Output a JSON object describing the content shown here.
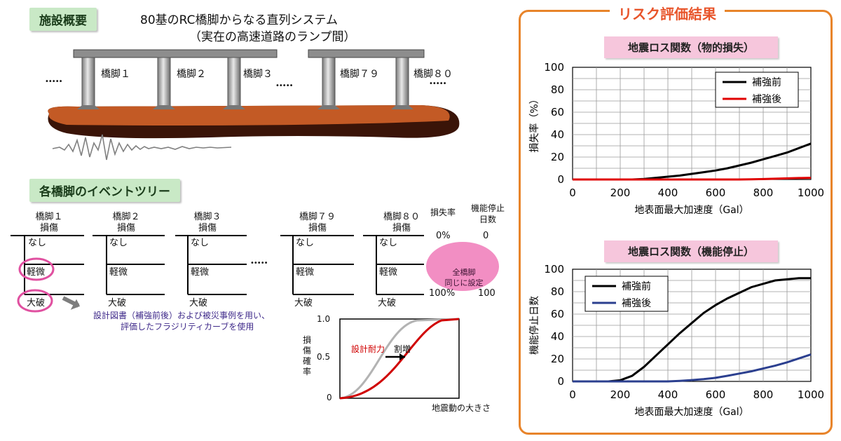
{
  "overview": {
    "label": "施設概要",
    "desc_line1": "80基のRC橋脚からなる直列システム",
    "desc_line2": "（実在の高速道路のランプ間）",
    "pier_labels": [
      "橋脚１",
      "橋脚２",
      "橋脚３",
      "橋脚７９",
      "橋脚８０"
    ],
    "dots": "•••••"
  },
  "event_tree": {
    "label": "各橋脚のイベントツリー",
    "columns": [
      {
        "line1": "橋脚１",
        "line2": "損傷"
      },
      {
        "line1": "橋脚２",
        "line2": "損傷"
      },
      {
        "line1": "橋脚３",
        "line2": "損傷"
      },
      {
        "line1": "橋脚７９",
        "line2": "損傷"
      },
      {
        "line1": "橋脚８０",
        "line2": "損傷"
      }
    ],
    "states": [
      "なし",
      "軽微",
      "大破"
    ],
    "loss_rate_header": "損失率",
    "downtime_header_line1": "機能停止",
    "downtime_header_line2": "日数",
    "loss_values": [
      "0%",
      "100%"
    ],
    "downtime_values": [
      "0",
      "100"
    ],
    "note_line1": "全橋脚",
    "note_line2": "同じに設定",
    "fragility_note_line1": "設計図書（補強前後）および被災事例を用い、",
    "fragility_note_line2": "評価したフラジリティカーブを使用",
    "dots": "•••••"
  },
  "fragility": {
    "ylabel": "損傷確率",
    "xlabel": "地震動の大きさ",
    "y_ticks": [
      "1.0",
      "0.5",
      "0"
    ],
    "design_strength": "設計耐力",
    "increase": "割増"
  },
  "risk": {
    "title": "リスク評価結果",
    "colors": {
      "before": "#000000",
      "after_loss": "#e00000",
      "after_down": "#2b3f8f",
      "frame": "#e8842a"
    }
  },
  "chart_data": [
    {
      "type": "line",
      "title": "地震ロス関数（物的損失）",
      "xlabel": "地表面最大加速度（Gal）",
      "ylabel": "損失率（%）",
      "xlim": [
        0,
        1000
      ],
      "ylim": [
        0,
        100
      ],
      "x_ticks": [
        0,
        200,
        400,
        600,
        800,
        1000
      ],
      "y_ticks": [
        0,
        20,
        40,
        60,
        80,
        100
      ],
      "grid": true,
      "legend": "top-right",
      "series": [
        {
          "name": "補強前",
          "x": [
            0,
            250,
            300,
            350,
            400,
            450,
            500,
            550,
            600,
            650,
            700,
            750,
            800,
            850,
            900,
            950,
            1000
          ],
          "values": [
            0,
            0,
            0.5,
            1.5,
            2.5,
            3.5,
            5,
            6.5,
            8,
            10,
            12.5,
            15,
            18,
            21,
            24,
            28,
            32
          ]
        },
        {
          "name": "補強後",
          "x": [
            0,
            700,
            750,
            800,
            850,
            900,
            950,
            1000
          ],
          "values": [
            0,
            0,
            0.2,
            0.4,
            0.7,
            1.0,
            1.3,
            1.5
          ]
        }
      ]
    },
    {
      "type": "line",
      "title": "地震ロス関数（機能停止）",
      "xlabel": "地表面最大加速度（Gal）",
      "ylabel": "機能停止日数",
      "xlim": [
        0,
        1000
      ],
      "ylim": [
        0,
        100
      ],
      "x_ticks": [
        0,
        200,
        400,
        600,
        800,
        1000
      ],
      "y_ticks": [
        0,
        20,
        40,
        60,
        80,
        100
      ],
      "grid": true,
      "legend": "top-left",
      "series": [
        {
          "name": "補強前",
          "x": [
            0,
            150,
            200,
            250,
            300,
            350,
            400,
            450,
            500,
            550,
            600,
            650,
            700,
            750,
            800,
            850,
            900,
            950,
            1000
          ],
          "values": [
            0,
            0,
            1,
            5,
            13,
            23,
            33,
            43,
            52,
            61,
            68,
            74,
            79,
            84,
            87,
            90,
            91,
            92,
            92
          ]
        },
        {
          "name": "補強後",
          "x": [
            0,
            400,
            450,
            500,
            550,
            600,
            650,
            700,
            750,
            800,
            850,
            900,
            950,
            1000
          ],
          "values": [
            0,
            0,
            0.5,
            1.2,
            2,
            3.2,
            5,
            7,
            9,
            11.5,
            14,
            17,
            20.5,
            24
          ]
        }
      ]
    }
  ]
}
